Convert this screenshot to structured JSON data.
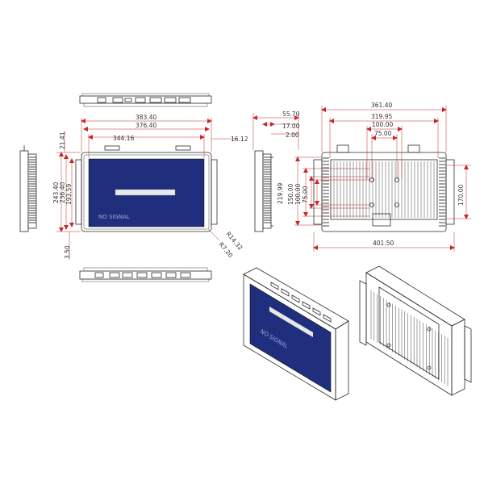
{
  "colors": {
    "screen": "#1f2f7e",
    "outline": "#2a2a2a",
    "dimension_line": "#c62828",
    "background": "#ffffff"
  },
  "screen_text": {
    "no_signal": "NO SIGNAL"
  },
  "front_view": {
    "width_outer": "383.40",
    "width_bezel": "376.40",
    "width_active": "344.16",
    "offset_top": "21.41",
    "height_outer": "243.40",
    "height_bezel": "236.40",
    "height_active": "193.59",
    "offset_bottom": "3.50",
    "corner_r1": "R14.32",
    "corner_r2": "R7.20",
    "offset_right": "16.12"
  },
  "side_view": {
    "depth_total": "55.70",
    "depth_frame": "17.00",
    "depth_bezel": "2.00"
  },
  "rear_view": {
    "width_total": "361.40",
    "width_mount": "319.95",
    "vesa_100": "100.00",
    "vesa_75": "75.00",
    "height_total": "219.99",
    "height_150": "150.00",
    "height_100": "100.00",
    "height_75": "75.00",
    "height_170": "170.00",
    "width_flange": "401.50"
  }
}
